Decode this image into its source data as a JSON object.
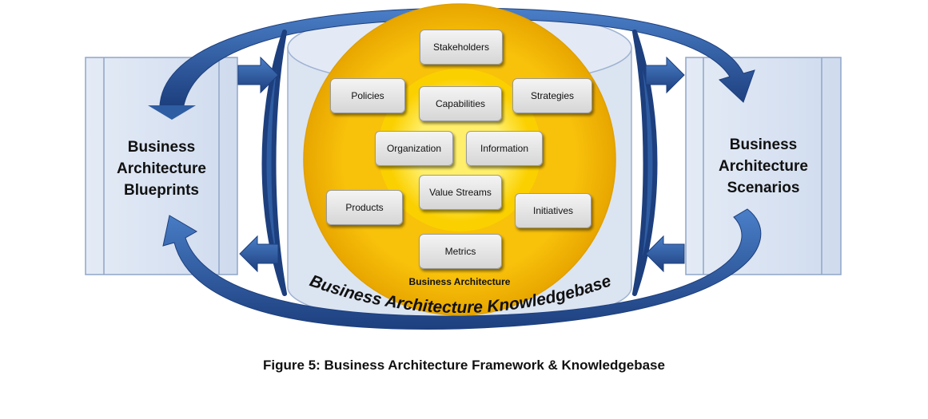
{
  "left_panel": {
    "title": "Business\nArchitecture\nBlueprints"
  },
  "right_panel": {
    "title": "Business\nArchitecture\nScenarios"
  },
  "nodes": {
    "stakeholders": "Stakeholders",
    "policies": "Policies",
    "capabilities": "Capabilities",
    "strategies": "Strategies",
    "organization": "Organization",
    "information": "Information",
    "value_streams": "Value Streams",
    "products": "Products",
    "initiatives": "Initiatives",
    "metrics": "Metrics"
  },
  "ring_label": "Business Architecture",
  "knowledgebase_label": "Business Architecture Knowledgebase",
  "caption": "Figure 5: Business Architecture Framework & Knowledgebase",
  "colors": {
    "panel_fill": "#d9e3f2",
    "panel_stroke": "#8fa6c8",
    "cylinder_fill": "#dbe4f1",
    "outer_circle": "#f6b700",
    "middle_circle": "#fbd000",
    "inner_circle": "#ffef6a",
    "arrow_blue": "#2f5da3",
    "arrow_dark": "#1d3f7e"
  }
}
